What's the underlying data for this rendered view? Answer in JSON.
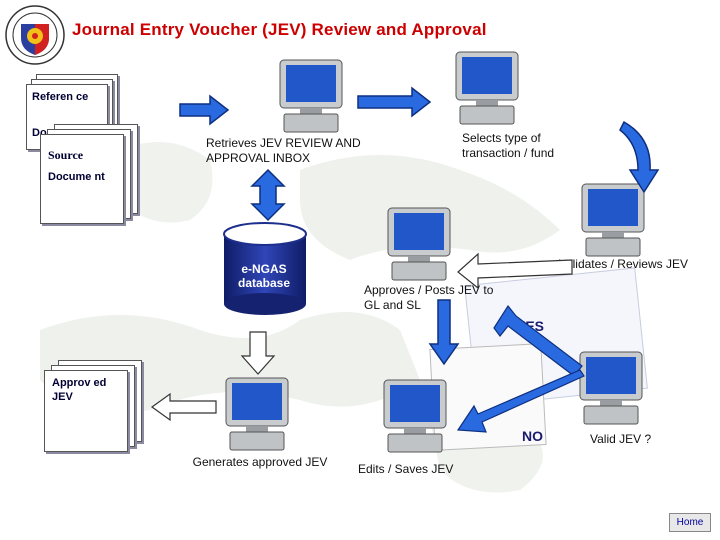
{
  "title": "Journal Entry Voucher (JEV) Review and Approval",
  "documents": {
    "reference_doc": "Referen ce",
    "reference_doc_hidden": "Doc",
    "source_doc_top": "Source",
    "source_doc_bottom": "Docume nt",
    "approved_jev": "Approv ed JEV"
  },
  "steps": {
    "retrieves_inbox": "Retrieves JEV REVIEW AND APPROVAL INBOX",
    "selects_type": "Selects type of transaction / fund",
    "validates_reviews": "Validates / Reviews JEV",
    "approves_posts": "Approves / Posts JEV to GL and SL",
    "generates_approved": "Generates approved JEV",
    "edits_saves": "Edits / Saves JEV",
    "valid_jev": "Valid JEV ?"
  },
  "decision": {
    "yes": "YES",
    "no": "NO"
  },
  "database": {
    "label": "e-NGAS database"
  },
  "navigation": {
    "home": "Home"
  },
  "colors": {
    "title": "#cc0000",
    "arrow_blue": "#1f5fd6",
    "database_blue": "#1d2f8c",
    "map": "#e6ece4"
  }
}
